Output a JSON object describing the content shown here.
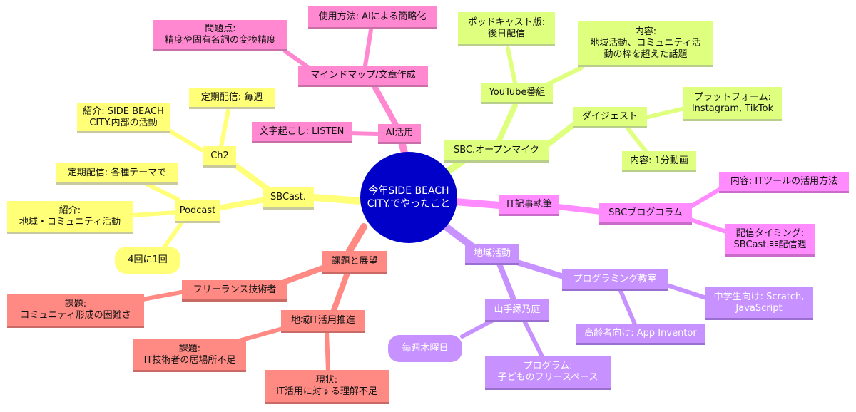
{
  "root": {
    "line1": "今年SIDE BEACH",
    "line2": "CITY.でやったこと"
  },
  "nodes": {
    "ai": "AI活用",
    "mindmap": "マインドマップ/文章作成",
    "usage": "使用方法: AIによる簡略化",
    "problem_l1": "問題点:",
    "problem_l2": "精度や固有名詞の変換精度",
    "transcribe": "文字起こし: LISTEN",
    "sbcopen": "SBC.オープンマイク",
    "youtube": "YouTube番組",
    "podcast_ver_l1": "ポッドキャスト版:",
    "podcast_ver_l2": "後日配信",
    "content_l1": "内容:",
    "content_l2": "地域活動、コミュニティ活",
    "content_l3": "動の枠を超えた話題",
    "digest": "ダイジェスト",
    "platform_l1": "プラットフォーム:",
    "platform_l2": "Instagram, TikTok",
    "one_min": "内容: 1分動画",
    "it_article": "IT記事執筆",
    "sbc_blog": "SBCブログコラム",
    "it_tools": "内容: ITツールの活用方法",
    "delivery_l1": "配信タイミング:",
    "delivery_l2": "SBCast.非配信週",
    "local": "地域活動",
    "programming": "プログラミング教室",
    "junior_l1": "中学生向け: Scratch,",
    "junior_l2": "JavaScript",
    "senior": "高齢者向け: App Inventor",
    "yamate": "山手縁乃庭",
    "weekly": "毎週木曜日",
    "program_l1": "プログラム:",
    "program_l2": "子どものフリースペース",
    "issues": "課題と展望",
    "freelance": "フリーランス技術者",
    "community_issue_l1": "課題:",
    "community_issue_l2": "コミュニティ形成の困難さ",
    "local_it": "地域IT活用推進",
    "it_shortage_l1": "課題:",
    "it_shortage_l2": "IT技術者の居場所不足",
    "status_l1": "現状:",
    "status_l2": "IT活用に対する理解不足",
    "sbcast": "SBCast.",
    "ch2": "Ch2",
    "regular_weekly": "定期配信: 毎週",
    "intro_sbc_l1": "紹介: SIDE BEACH",
    "intro_sbc_l2": "CITY.内部の活動",
    "podcast": "Podcast",
    "regular_themes": "定期配信: 各種テーマで",
    "intro_local_l1": "紹介:",
    "intro_local_l2": "地域・コミュニティ活動",
    "once_in_4": "4回に1回"
  },
  "colors": {
    "root": "#0000c8",
    "yellow": "#ffff78",
    "green": "#dfff7f",
    "pink": "#ff88d0",
    "magenta": "#ff8bff",
    "purple": "#c792ff",
    "salmon": "#ff8a84"
  }
}
